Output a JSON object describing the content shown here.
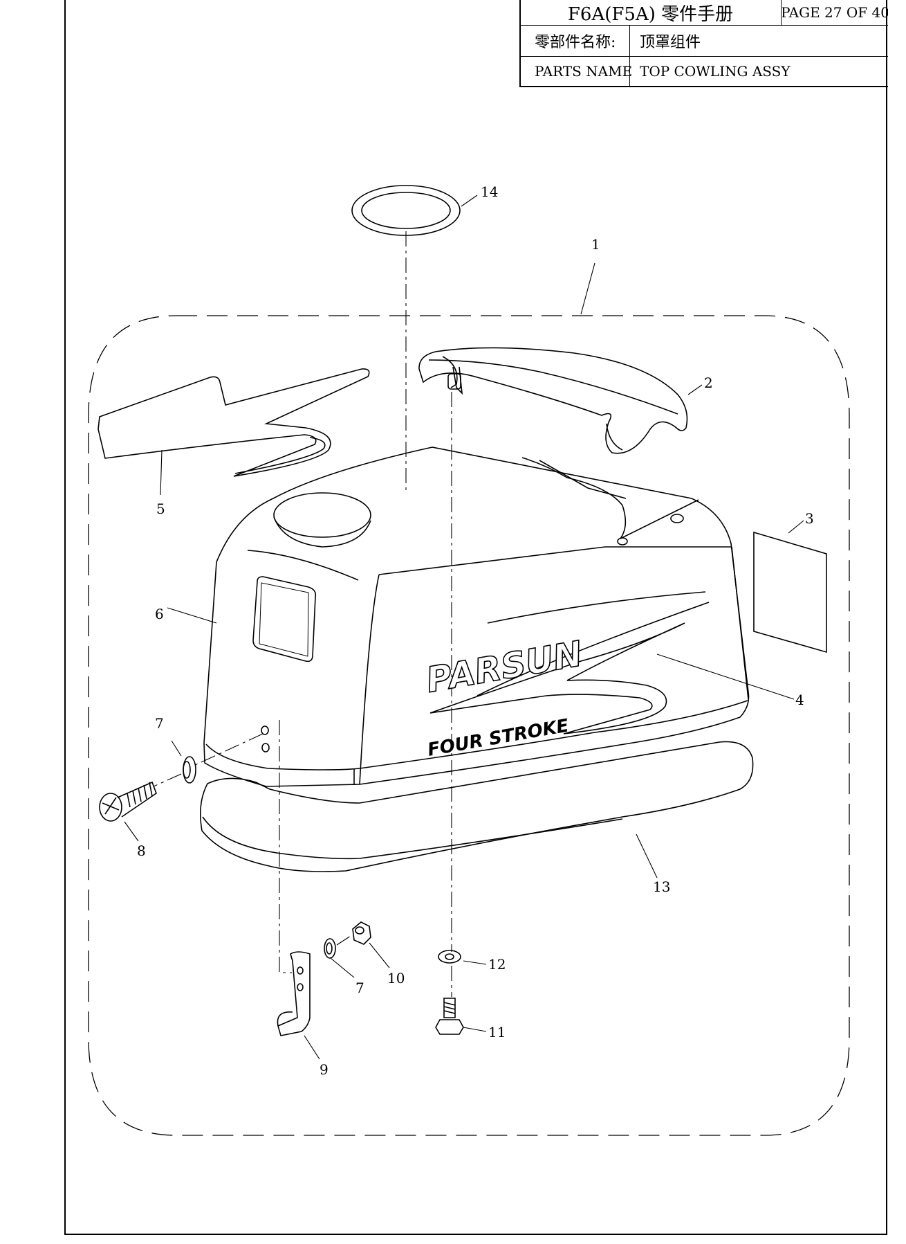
{
  "title_block": {
    "manual_title": "F6A(F5A) 零件手册",
    "page_label": "PAGE 27 OF 40",
    "part_name_label_cn": "零部件名称:",
    "part_name_value_cn": "顶罩组件",
    "part_name_label_en": "PARTS NAME:",
    "part_name_value_en": "TOP COWLING ASSY"
  },
  "logo": {
    "brand": "PARSUN",
    "subtitle": "FOUR STROKE"
  },
  "callouts": [
    {
      "id": "c1",
      "number": "1"
    },
    {
      "id": "c2",
      "number": "2"
    },
    {
      "id": "c3",
      "number": "3"
    },
    {
      "id": "c4",
      "number": "4"
    },
    {
      "id": "c5",
      "number": "5"
    },
    {
      "id": "c6",
      "number": "6"
    },
    {
      "id": "c7a",
      "number": "7"
    },
    {
      "id": "c7b",
      "number": "7"
    },
    {
      "id": "c8",
      "number": "8"
    },
    {
      "id": "c9",
      "number": "9"
    },
    {
      "id": "c10",
      "number": "10"
    },
    {
      "id": "c11",
      "number": "11"
    },
    {
      "id": "c12",
      "number": "12"
    },
    {
      "id": "c13",
      "number": "13"
    },
    {
      "id": "c14",
      "number": "14"
    }
  ]
}
